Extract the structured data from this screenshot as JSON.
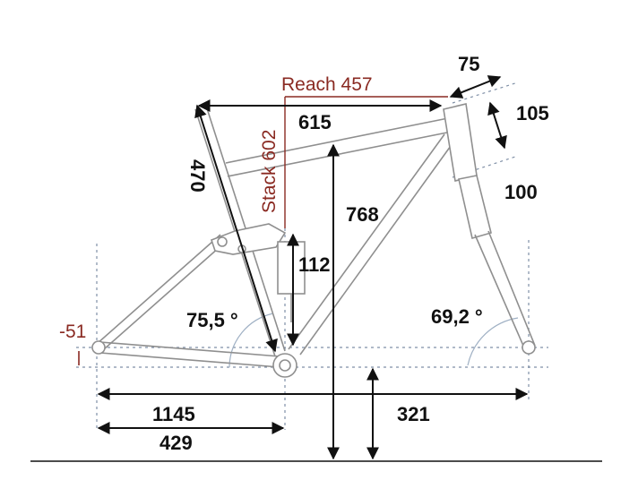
{
  "labels": {
    "reach": "Reach 457",
    "stack": "Stack 602",
    "top": "615",
    "stem_length": "75",
    "head_tube": "105",
    "fork_travel": "100",
    "seat_tube": "470",
    "frame_height": "768",
    "shock_travel": "112",
    "seat_angle": "75,5 °",
    "head_angle": "69,2 °",
    "bb_drop": "-51",
    "wheelbase": "1145",
    "front_center": "321",
    "chainstay": "429"
  },
  "colors": {
    "reach_stack": "#8a2a22",
    "dimension": "#111111",
    "frame": "#8f8f8f",
    "guides": "#7f8fa6"
  }
}
